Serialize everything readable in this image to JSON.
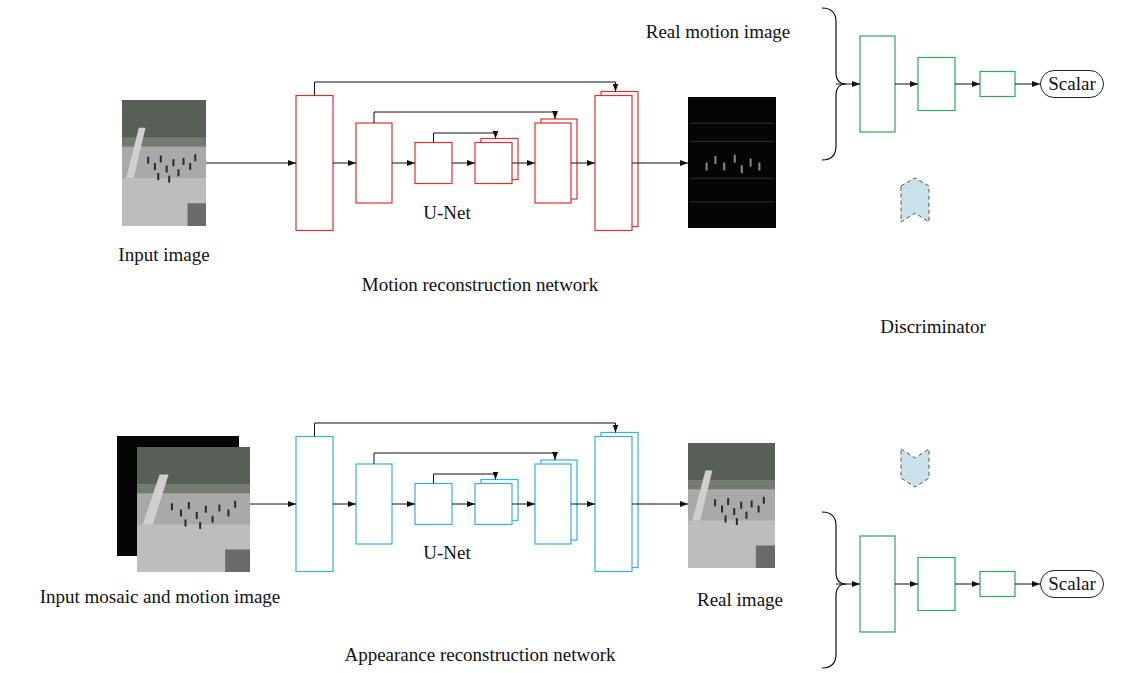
{
  "diagram": {
    "nodes": [
      {
        "text": [
          "Input image"
        ]
      },
      {
        "text": [
          "U-Net",
          "Motion reconstruction network"
        ]
      },
      {
        "text": [
          "Scalar"
        ]
      },
      {
        "text": [
          "Input mosaic and motion image"
        ]
      },
      {
        "text": [
          "U-Net",
          "Appearance reconstruction network"
        ]
      },
      {
        "text": [
          "Scalar"
        ]
      }
    ],
    "edges": [
      {
        "from": 0,
        "to": 1,
        "arrow": "to"
      },
      {
        "from": 3,
        "to": 4,
        "arrow": "to"
      }
    ],
    "labels": [
      "Real motion image",
      "Discriminator",
      "Real image"
    ]
  }
}
